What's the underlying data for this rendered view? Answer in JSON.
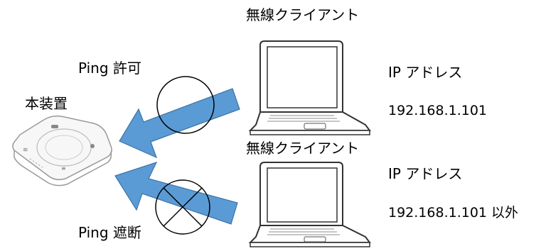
{
  "device": {
    "label": "本装置"
  },
  "client_top": {
    "label": "無線クライアント",
    "ip_label": "IP アドレス",
    "ip_value": "192.168.1.101"
  },
  "client_bottom": {
    "label": "無線クライアント",
    "ip_label": "IP アドレス",
    "ip_value": "192.168.1.101 以外"
  },
  "arrows": {
    "allowed_label": "Ping 許可",
    "blocked_label": "Ping 遮断",
    "color": "#5b9bd5"
  }
}
